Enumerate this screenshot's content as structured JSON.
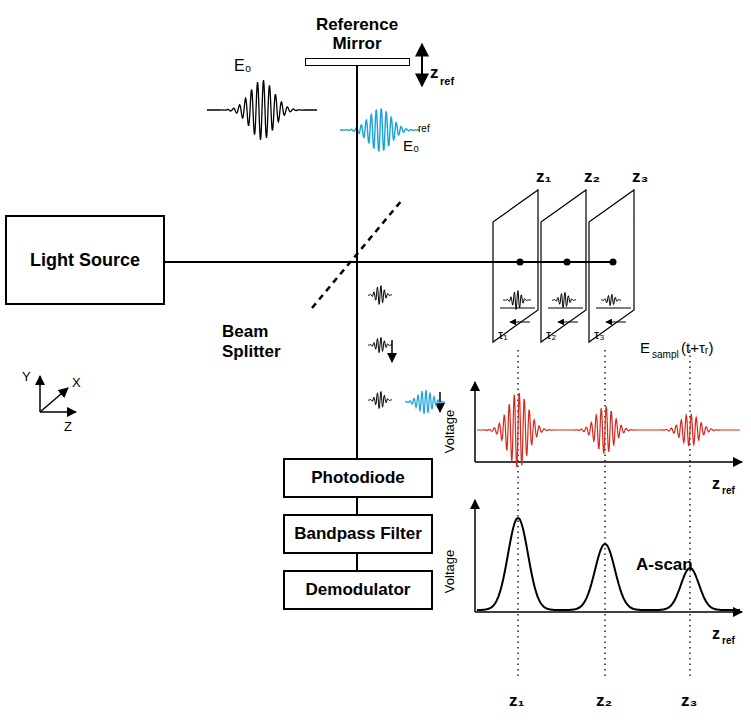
{
  "diagram": {
    "nodes": [
      {
        "text": [
          "Reference Mirror"
        ]
      },
      {
        "text": [
          "Light Source"
        ]
      },
      {
        "text": [
          "Photodiode"
        ]
      },
      {
        "text": [
          "Bandpass Filter"
        ]
      },
      {
        "text": [
          "Demodulator"
        ]
      }
    ],
    "edges": [
      {
        "from": 0,
        "to": 2,
        "arrow": "none"
      },
      {
        "from": 2,
        "to": 3,
        "arrow": "none"
      },
      {
        "from": 3,
        "to": 4,
        "arrow": "none"
      }
    ],
    "labels": [
      "z",
      "ref",
      "E₀",
      "ref",
      "E₀",
      "z₁",
      "z₂",
      "z₃",
      "τ₁",
      "τ₂",
      "τ₃",
      "E",
      "sampl",
      "(t+τᵣ)",
      "Beam Splitter",
      "Y",
      "X",
      "Z",
      "Voltage",
      "z",
      "ref",
      "Voltage",
      "A-scan",
      "z",
      "ref",
      "z₁",
      "z₂",
      "z₃"
    ]
  }
}
